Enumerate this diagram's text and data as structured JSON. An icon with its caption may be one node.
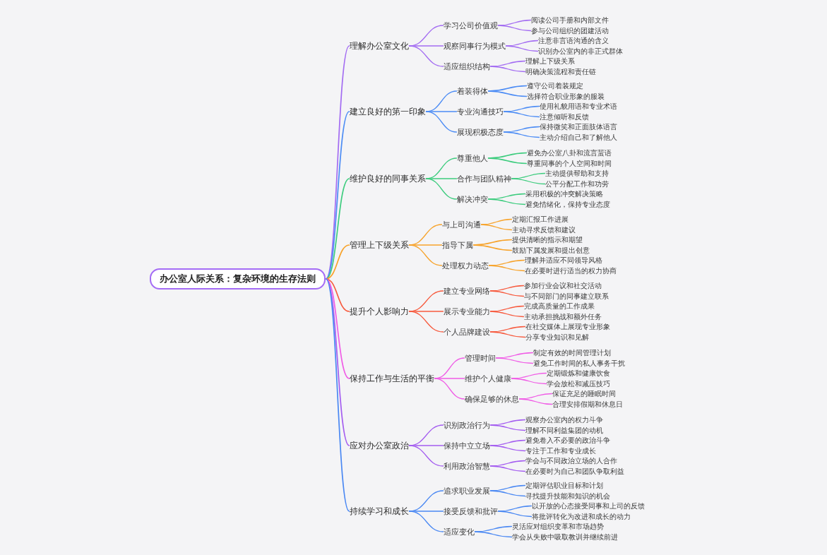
{
  "diagram": {
    "nodes": [
      {
        "text": [
          "办公室人际关系：复杂环境的生存法则"
        ]
      },
      {
        "text": [
          "理解办公室文化"
        ]
      },
      {
        "text": [
          "学习公司价值观"
        ]
      },
      {
        "text": [
          "阅读公司手册和内部文件"
        ]
      },
      {
        "text": [
          "参与公司组织的团建活动"
        ]
      },
      {
        "text": [
          "观察同事行为模式"
        ]
      },
      {
        "text": [
          "注意非言语沟通的含义"
        ]
      },
      {
        "text": [
          "识别办公室内的非正式群体"
        ]
      },
      {
        "text": [
          "适应组织结构"
        ]
      },
      {
        "text": [
          "理解上下级关系"
        ]
      },
      {
        "text": [
          "明确决策流程和责任链"
        ]
      },
      {
        "text": [
          "建立良好的第一印象"
        ]
      },
      {
        "text": [
          "着装得体"
        ]
      },
      {
        "text": [
          "遵守公司着装规定"
        ]
      },
      {
        "text": [
          "选择符合职业形象的服装"
        ]
      },
      {
        "text": [
          "专业沟通技巧"
        ]
      },
      {
        "text": [
          "使用礼貌用语和专业术语"
        ]
      },
      {
        "text": [
          "注意倾听和反馈"
        ]
      },
      {
        "text": [
          "展现积极态度"
        ]
      },
      {
        "text": [
          "保持微笑和正面肢体语言"
        ]
      },
      {
        "text": [
          "主动介绍自己和了解他人"
        ]
      },
      {
        "text": [
          "维护良好的同事关系"
        ]
      },
      {
        "text": [
          "尊重他人"
        ]
      },
      {
        "text": [
          "避免办公室八卦和流言蜚语"
        ]
      },
      {
        "text": [
          "尊重同事的个人空间和时间"
        ]
      },
      {
        "text": [
          "合作与团队精神"
        ]
      },
      {
        "text": [
          "主动提供帮助和支持"
        ]
      },
      {
        "text": [
          "公平分配工作和功劳"
        ]
      },
      {
        "text": [
          "解决冲突"
        ]
      },
      {
        "text": [
          "采用积极的冲突解决策略"
        ]
      },
      {
        "text": [
          "避免情绪化，保持专业态度"
        ]
      },
      {
        "text": [
          "管理上下级关系"
        ]
      },
      {
        "text": [
          "与上司沟通"
        ]
      },
      {
        "text": [
          "定期汇报工作进展"
        ]
      },
      {
        "text": [
          "主动寻求反馈和建议"
        ]
      },
      {
        "text": [
          "指导下属"
        ]
      },
      {
        "text": [
          "提供清晰的指示和期望"
        ]
      },
      {
        "text": [
          "鼓励下属发展和提出创意"
        ]
      },
      {
        "text": [
          "处理权力动态"
        ]
      },
      {
        "text": [
          "理解并适应不同领导风格"
        ]
      },
      {
        "text": [
          "在必要时进行适当的权力协商"
        ]
      },
      {
        "text": [
          "提升个人影响力"
        ]
      },
      {
        "text": [
          "建立专业网络"
        ]
      },
      {
        "text": [
          "参加行业会议和社交活动"
        ]
      },
      {
        "text": [
          "与不同部门的同事建立联系"
        ]
      },
      {
        "text": [
          "展示专业能力"
        ]
      },
      {
        "text": [
          "完成高质量的工作成果"
        ]
      },
      {
        "text": [
          "主动承担挑战和额外任务"
        ]
      },
      {
        "text": [
          "个人品牌建设"
        ]
      },
      {
        "text": [
          "在社交媒体上展现专业形象"
        ]
      },
      {
        "text": [
          "分享专业知识和见解"
        ]
      },
      {
        "text": [
          "保持工作与生活的平衡"
        ]
      },
      {
        "text": [
          "管理时间"
        ]
      },
      {
        "text": [
          "制定有效的时间管理计划"
        ]
      },
      {
        "text": [
          "避免工作时间的私人事务干扰"
        ]
      },
      {
        "text": [
          "维护个人健康"
        ]
      },
      {
        "text": [
          "定期锻炼和健康饮食"
        ]
      },
      {
        "text": [
          "学会放松和减压技巧"
        ]
      },
      {
        "text": [
          "确保足够的休息"
        ]
      },
      {
        "text": [
          "保证充足的睡眠时间"
        ]
      },
      {
        "text": [
          "合理安排假期和休息日"
        ]
      },
      {
        "text": [
          "应对办公室政治"
        ]
      },
      {
        "text": [
          "识别政治行为"
        ]
      },
      {
        "text": [
          "观察办公室内的权力斗争"
        ]
      },
      {
        "text": [
          "理解不同利益集团的动机"
        ]
      },
      {
        "text": [
          "保持中立立场"
        ]
      },
      {
        "text": [
          "避免卷入不必要的政治斗争"
        ]
      },
      {
        "text": [
          "专注于工作和专业成长"
        ]
      },
      {
        "text": [
          "利用政治智慧"
        ]
      },
      {
        "text": [
          "学会与不同政治立场的人合作"
        ]
      },
      {
        "text": [
          "在必要时为自己和团队争取利益"
        ]
      },
      {
        "text": [
          "持续学习和成长"
        ]
      },
      {
        "text": [
          "追求职业发展"
        ]
      },
      {
        "text": [
          "定期评估职业目标和计划"
        ]
      },
      {
        "text": [
          "寻找提升技能和知识的机会"
        ]
      },
      {
        "text": [
          "接受反馈和批评"
        ]
      },
      {
        "text": [
          "以开放的心态接受同事和上司的反馈"
        ]
      },
      {
        "text": [
          "将批评转化为改进和成长的动力"
        ]
      },
      {
        "text": [
          "适应变化"
        ]
      },
      {
        "text": [
          "灵活应对组织变革和市场趋势"
        ]
      },
      {
        "text": [
          "学会从失败中吸取教训并继续前进"
        ]
      }
    ],
    "edges": [
      {
        "from": 0,
        "to": 1,
        "arrow": "none",
        "color": "#a36cf2"
      },
      {
        "from": 1,
        "to": 2,
        "arrow": "none",
        "color": "#a36cf2"
      },
      {
        "from": 2,
        "to": 3,
        "arrow": "none",
        "color": "#a36cf2"
      },
      {
        "from": 2,
        "to": 4,
        "arrow": "none",
        "color": "#a36cf2"
      },
      {
        "from": 1,
        "to": 5,
        "arrow": "none",
        "color": "#a36cf2"
      },
      {
        "from": 5,
        "to": 6,
        "arrow": "none",
        "color": "#a36cf2"
      },
      {
        "from": 5,
        "to": 7,
        "arrow": "none",
        "color": "#a36cf2"
      },
      {
        "from": 1,
        "to": 8,
        "arrow": "none",
        "color": "#a36cf2"
      },
      {
        "from": 8,
        "to": 9,
        "arrow": "none",
        "color": "#a36cf2"
      },
      {
        "from": 8,
        "to": 10,
        "arrow": "none",
        "color": "#a36cf2"
      },
      {
        "from": 0,
        "to": 11,
        "arrow": "none",
        "color": "#4c8cf5"
      },
      {
        "from": 11,
        "to": 12,
        "arrow": "none",
        "color": "#4c8cf5"
      },
      {
        "from": 12,
        "to": 13,
        "arrow": "none",
        "color": "#4c8cf5"
      },
      {
        "from": 12,
        "to": 14,
        "arrow": "none",
        "color": "#4c8cf5"
      },
      {
        "from": 11,
        "to": 15,
        "arrow": "none",
        "color": "#4c8cf5"
      },
      {
        "from": 15,
        "to": 16,
        "arrow": "none",
        "color": "#4c8cf5"
      },
      {
        "from": 15,
        "to": 17,
        "arrow": "none",
        "color": "#4c8cf5"
      },
      {
        "from": 11,
        "to": 18,
        "arrow": "none",
        "color": "#4c8cf5"
      },
      {
        "from": 18,
        "to": 19,
        "arrow": "none",
        "color": "#4c8cf5"
      },
      {
        "from": 18,
        "to": 20,
        "arrow": "none",
        "color": "#4c8cf5"
      },
      {
        "from": 0,
        "to": 21,
        "arrow": "none",
        "color": "#3dcc7e"
      },
      {
        "from": 21,
        "to": 22,
        "arrow": "none",
        "color": "#3dcc7e"
      },
      {
        "from": 22,
        "to": 23,
        "arrow": "none",
        "color": "#3dcc7e"
      },
      {
        "from": 22,
        "to": 24,
        "arrow": "none",
        "color": "#3dcc7e"
      },
      {
        "from": 21,
        "to": 25,
        "arrow": "none",
        "color": "#3dcc7e"
      },
      {
        "from": 25,
        "to": 26,
        "arrow": "none",
        "color": "#3dcc7e"
      },
      {
        "from": 25,
        "to": 27,
        "arrow": "none",
        "color": "#3dcc7e"
      },
      {
        "from": 21,
        "to": 28,
        "arrow": "none",
        "color": "#3dcc7e"
      },
      {
        "from": 28,
        "to": 29,
        "arrow": "none",
        "color": "#3dcc7e"
      },
      {
        "from": 28,
        "to": 30,
        "arrow": "none",
        "color": "#3dcc7e"
      },
      {
        "from": 0,
        "to": 31,
        "arrow": "none",
        "color": "#f7a32b"
      },
      {
        "from": 31,
        "to": 32,
        "arrow": "none",
        "color": "#f7a32b"
      },
      {
        "from": 32,
        "to": 33,
        "arrow": "none",
        "color": "#f7a32b"
      },
      {
        "from": 32,
        "to": 34,
        "arrow": "none",
        "color": "#f7a32b"
      },
      {
        "from": 31,
        "to": 35,
        "arrow": "none",
        "color": "#f7a32b"
      },
      {
        "from": 35,
        "to": 36,
        "arrow": "none",
        "color": "#f7a32b"
      },
      {
        "from": 35,
        "to": 37,
        "arrow": "none",
        "color": "#f7a32b"
      },
      {
        "from": 31,
        "to": 38,
        "arrow": "none",
        "color": "#f7a32b"
      },
      {
        "from": 38,
        "to": 39,
        "arrow": "none",
        "color": "#f7a32b"
      },
      {
        "from": 38,
        "to": 40,
        "arrow": "none",
        "color": "#f7a32b"
      },
      {
        "from": 0,
        "to": 41,
        "arrow": "none",
        "color": "#f75b3f"
      },
      {
        "from": 41,
        "to": 42,
        "arrow": "none",
        "color": "#f75b3f"
      },
      {
        "from": 42,
        "to": 43,
        "arrow": "none",
        "color": "#f75b3f"
      },
      {
        "from": 42,
        "to": 44,
        "arrow": "none",
        "color": "#f75b3f"
      },
      {
        "from": 41,
        "to": 45,
        "arrow": "none",
        "color": "#f75b3f"
      },
      {
        "from": 45,
        "to": 46,
        "arrow": "none",
        "color": "#f75b3f"
      },
      {
        "from": 45,
        "to": 47,
        "arrow": "none",
        "color": "#f75b3f"
      },
      {
        "from": 41,
        "to": 48,
        "arrow": "none",
        "color": "#f75b3f"
      },
      {
        "from": 48,
        "to": 49,
        "arrow": "none",
        "color": "#f75b3f"
      },
      {
        "from": 48,
        "to": 50,
        "arrow": "none",
        "color": "#f75b3f"
      },
      {
        "from": 0,
        "to": 51,
        "arrow": "none",
        "color": "#f05ce6"
      },
      {
        "from": 51,
        "to": 52,
        "arrow": "none",
        "color": "#f05ce6"
      },
      {
        "from": 52,
        "to": 53,
        "arrow": "none",
        "color": "#f05ce6"
      },
      {
        "from": 52,
        "to": 54,
        "arrow": "none",
        "color": "#f05ce6"
      },
      {
        "from": 51,
        "to": 55,
        "arrow": "none",
        "color": "#f05ce6"
      },
      {
        "from": 55,
        "to": 56,
        "arrow": "none",
        "color": "#f05ce6"
      },
      {
        "from": 55,
        "to": 57,
        "arrow": "none",
        "color": "#f05ce6"
      },
      {
        "from": 51,
        "to": 58,
        "arrow": "none",
        "color": "#f05ce6"
      },
      {
        "from": 58,
        "to": 59,
        "arrow": "none",
        "color": "#f05ce6"
      },
      {
        "from": 58,
        "to": 60,
        "arrow": "none",
        "color": "#f05ce6"
      },
      {
        "from": 0,
        "to": 61,
        "arrow": "none",
        "color": "#a45df0"
      },
      {
        "from": 61,
        "to": 62,
        "arrow": "none",
        "color": "#a45df0"
      },
      {
        "from": 62,
        "to": 63,
        "arrow": "none",
        "color": "#a45df0"
      },
      {
        "from": 62,
        "to": 64,
        "arrow": "none",
        "color": "#a45df0"
      },
      {
        "from": 61,
        "to": 65,
        "arrow": "none",
        "color": "#a45df0"
      },
      {
        "from": 65,
        "to": 66,
        "arrow": "none",
        "color": "#a45df0"
      },
      {
        "from": 65,
        "to": 67,
        "arrow": "none",
        "color": "#a45df0"
      },
      {
        "from": 61,
        "to": 68,
        "arrow": "none",
        "color": "#a45df0"
      },
      {
        "from": 68,
        "to": 69,
        "arrow": "none",
        "color": "#a45df0"
      },
      {
        "from": 68,
        "to": 70,
        "arrow": "none",
        "color": "#a45df0"
      },
      {
        "from": 0,
        "to": 71,
        "arrow": "none",
        "color": "#4a88f3"
      },
      {
        "from": 71,
        "to": 72,
        "arrow": "none",
        "color": "#4a88f3"
      },
      {
        "from": 72,
        "to": 73,
        "arrow": "none",
        "color": "#4a88f3"
      },
      {
        "from": 72,
        "to": 74,
        "arrow": "none",
        "color": "#4a88f3"
      },
      {
        "from": 71,
        "to": 75,
        "arrow": "none",
        "color": "#4a88f3"
      },
      {
        "from": 75,
        "to": 76,
        "arrow": "none",
        "color": "#4a88f3"
      },
      {
        "from": 75,
        "to": 77,
        "arrow": "none",
        "color": "#4a88f3"
      },
      {
        "from": 71,
        "to": 78,
        "arrow": "none",
        "color": "#4a88f3"
      },
      {
        "from": 78,
        "to": 79,
        "arrow": "none",
        "color": "#4a88f3"
      },
      {
        "from": 78,
        "to": 80,
        "arrow": "none",
        "color": "#4a88f3"
      }
    ]
  }
}
